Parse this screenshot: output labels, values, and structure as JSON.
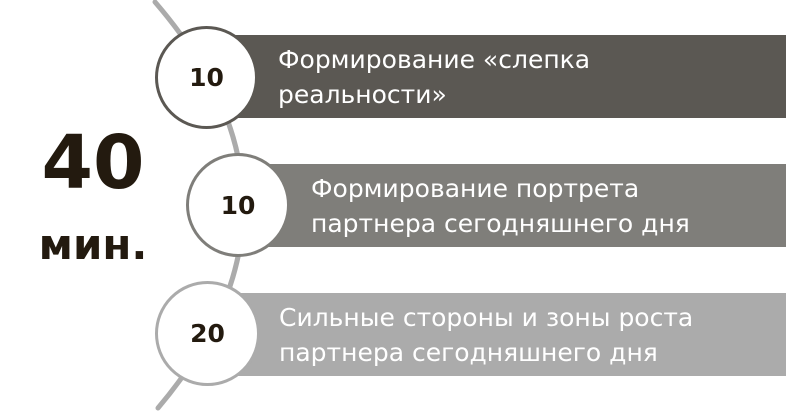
{
  "total": {
    "value": "40",
    "unit": "мин."
  },
  "steps": [
    {
      "minutes": "10",
      "label": "Формирование «слепка\nреальности»",
      "color": "#5b5853"
    },
    {
      "minutes": "10",
      "label": "Формирование портрета\nпартнера сегодняшнего дня",
      "color": "#7f7e7a"
    },
    {
      "minutes": "20",
      "label": "Сильные стороны и зоны роста\nпартнера сегодняшнего дня",
      "color": "#ababab"
    }
  ],
  "colors": {
    "text_dark": "#231a0f",
    "arc_line": "#ababab",
    "background": "#ffffff"
  }
}
